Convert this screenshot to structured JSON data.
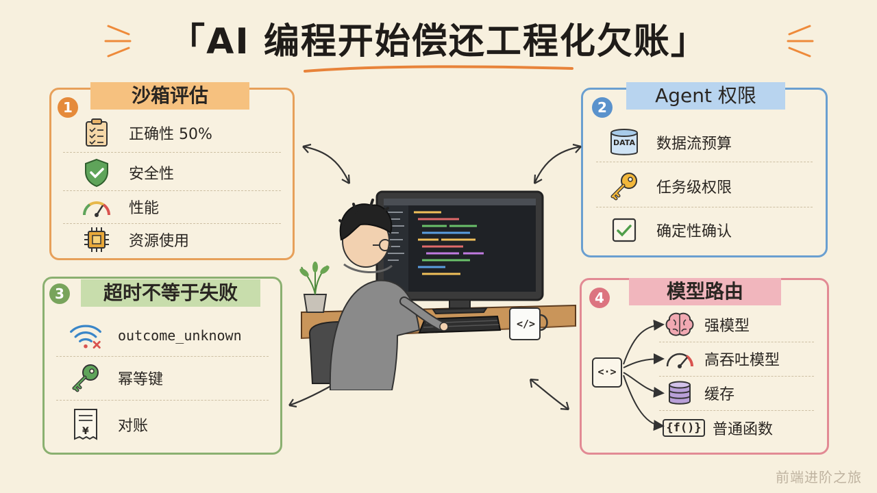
{
  "title": "「AI 编程开始偿还工程化欠账」",
  "watermark": "前端进阶之旅",
  "sections": [
    {
      "num": "1",
      "heading": "沙箱评估",
      "items": [
        {
          "label": "正确性 50%",
          "icon": "clipboard-checklist-icon"
        },
        {
          "label": "安全性",
          "icon": "shield-check-icon"
        },
        {
          "label": "性能",
          "icon": "speedometer-icon"
        },
        {
          "label": "资源使用",
          "icon": "cpu-chip-icon"
        }
      ]
    },
    {
      "num": "2",
      "heading": "Agent 权限",
      "items": [
        {
          "label": "数据流预算",
          "icon": "data-database-icon",
          "icon_text": "DATA"
        },
        {
          "label": "任务级权限",
          "icon": "key-icon"
        },
        {
          "label": "确定性确认",
          "icon": "checkbox-icon"
        }
      ]
    },
    {
      "num": "3",
      "heading": "超时不等于失败",
      "items": [
        {
          "label": "outcome_unknown",
          "icon": "wifi-error-icon"
        },
        {
          "label": "幂等键",
          "icon": "key-icon"
        },
        {
          "label": "对账",
          "icon": "receipt-icon",
          "icon_text": "¥"
        }
      ]
    },
    {
      "num": "4",
      "heading": "模型路由",
      "router_icon_text": "<·>",
      "items": [
        {
          "label": "强模型",
          "icon": "brain-icon"
        },
        {
          "label": "高吞吐模型",
          "icon": "speedometer-icon"
        },
        {
          "label": "缓存",
          "icon": "database-stack-icon"
        },
        {
          "label": "普通函数",
          "icon": "function-icon",
          "icon_text": "{f()}"
        }
      ]
    }
  ],
  "illustration": {
    "mug_text": "</>"
  },
  "colors": {
    "orange": "#e7a05a",
    "blue": "#6a9fd0",
    "green": "#8ab070",
    "pink": "#e28a94",
    "background": "#f7f0de"
  }
}
